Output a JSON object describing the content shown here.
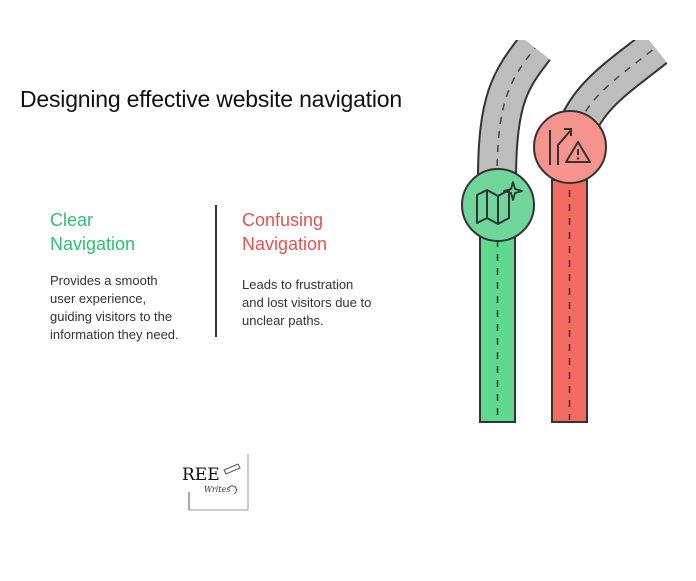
{
  "title": "Designing effective website navigation",
  "left": {
    "heading_line1": "Clear",
    "heading_line2": "Navigation",
    "description_lines": [
      "Provides a smooth",
      "user experience,",
      "guiding visitors to the",
      "information they need."
    ],
    "color": "#2fbf74",
    "icon": "map-sparkle-icon"
  },
  "right": {
    "heading_line1": "Confusing",
    "heading_line2": "Navigation",
    "description_lines": [
      "Leads to frustration",
      "and lost visitors due to",
      "unclear paths."
    ],
    "color": "#e4534f",
    "icon": "route-warning-icon"
  },
  "logo": {
    "text": "REE",
    "subtext": "Writes"
  }
}
